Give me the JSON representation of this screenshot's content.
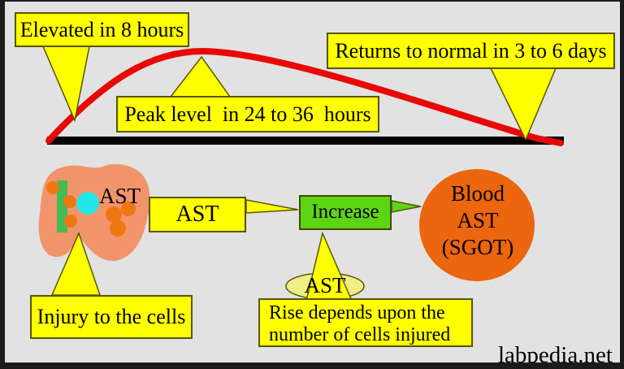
{
  "curve_section": {
    "elevated_label": "Elevated in 8 hours",
    "peak_label": "Peak level  in 24 to 36  hours",
    "returns_label": "Returns to normal in 3 to 6 days",
    "curve_description": "AST level rises from baseline, peaks, then returns to baseline"
  },
  "flow_section": {
    "cell_ast_label": "AST",
    "ast_box_label": "AST",
    "increase_label": "Increase",
    "blood_line1": "Blood",
    "blood_line2": "AST",
    "blood_line3": "(SGOT)",
    "ellipse_ast_label": "AST",
    "injury_label": "Injury to the cells",
    "rise_line1": "Rise depends upon the",
    "rise_line2": "number of cells injured"
  },
  "footer": {
    "watermark": "labpedia.net"
  },
  "colors": {
    "background": "#e2e2e2",
    "frame": "#1b1b1b",
    "callout_yellow": "#ffff00",
    "callout_border": "#56560a",
    "increase_green": "#5ed514",
    "curve_red": "#e80808",
    "baseline_black": "#000000",
    "cell_body_salmon": "#f2946b",
    "cell_dot_orange": "#ee7711",
    "cell_organelle_green": "#44bb55",
    "cell_nucleus_cyan": "#22e6e6",
    "ellipse_pale_yellow": "#efef85",
    "blood_circle_orange": "#ec650f",
    "text_black": "#000000"
  }
}
